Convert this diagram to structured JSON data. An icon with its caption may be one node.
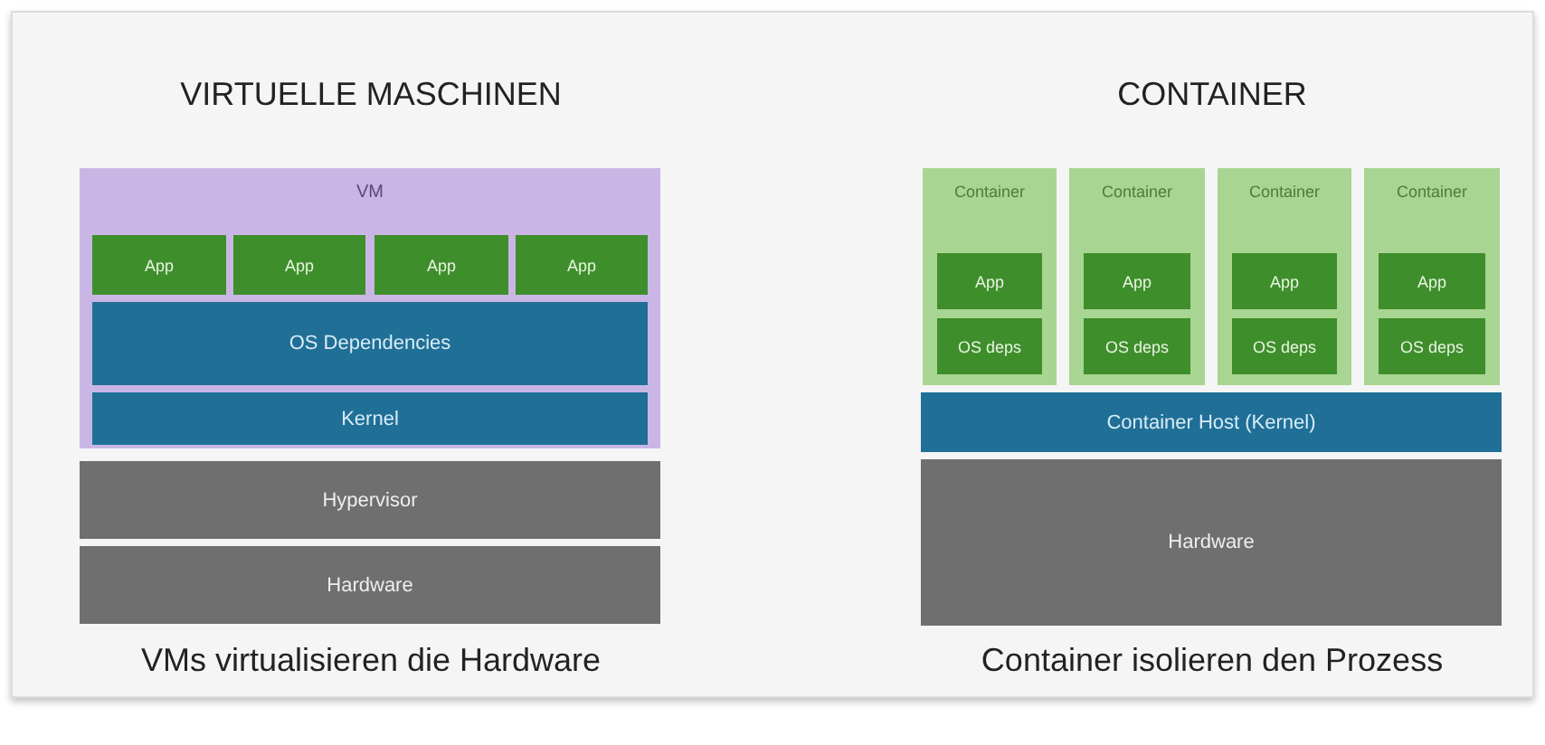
{
  "diagram": {
    "nodes": [
      {
        "text": [
          "VM"
        ]
      },
      {
        "text": [
          "App"
        ],
        "in": 0
      },
      {
        "text": [
          "App"
        ],
        "in": 0
      },
      {
        "text": [
          "App"
        ],
        "in": 0
      },
      {
        "text": [
          "App"
        ],
        "in": 0
      },
      {
        "text": [
          "OS Dependencies"
        ],
        "in": 0
      },
      {
        "text": [
          "Kernel"
        ],
        "in": 0
      },
      {
        "text": [
          "Hypervisor"
        ]
      },
      {
        "text": [
          "Hardware"
        ]
      },
      {
        "text": [
          "Container"
        ]
      },
      {
        "text": [
          "App"
        ],
        "in": 9
      },
      {
        "text": [
          "OS deps"
        ],
        "in": 9
      },
      {
        "text": [
          "Container"
        ]
      },
      {
        "text": [
          "App"
        ],
        "in": 12
      },
      {
        "text": [
          "OS deps"
        ],
        "in": 12
      },
      {
        "text": [
          "Container"
        ]
      },
      {
        "text": [
          "App"
        ],
        "in": 15
      },
      {
        "text": [
          "OS deps"
        ],
        "in": 15
      },
      {
        "text": [
          "Container"
        ]
      },
      {
        "text": [
          "App"
        ],
        "in": 18
      },
      {
        "text": [
          "OS deps"
        ],
        "in": 18
      },
      {
        "text": [
          "Container Host (Kernel)"
        ]
      },
      {
        "text": [
          "Hardware"
        ]
      }
    ],
    "labels": [
      "VIRTUELLE MASCHINEN",
      "CONTAINER",
      "VMs virtualisieren die Hardware",
      "Container isolieren den Prozess"
    ]
  }
}
